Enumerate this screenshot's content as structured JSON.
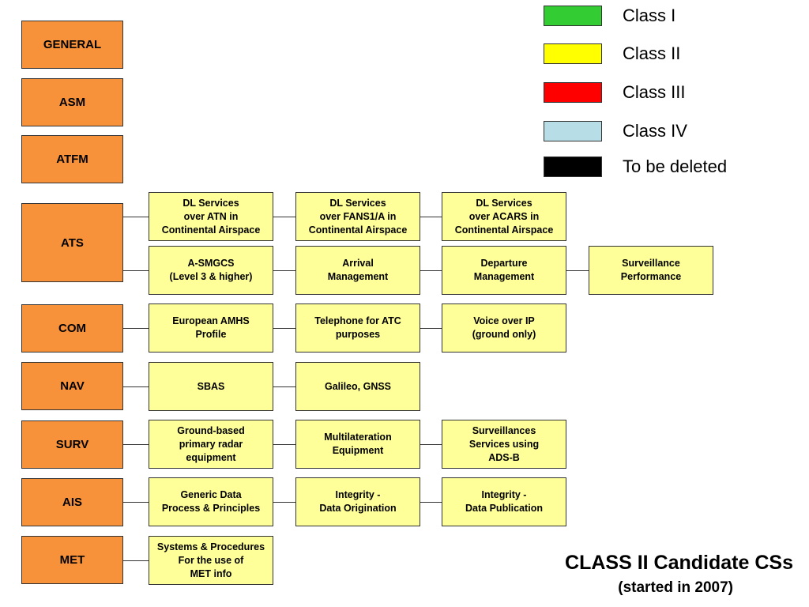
{
  "legend": [
    {
      "label": "Class I",
      "color": "#33cc33"
    },
    {
      "label": "Class II",
      "color": "#ffff00"
    },
    {
      "label": "Class III",
      "color": "#ff0000"
    },
    {
      "label": "Class IV",
      "color": "#b7dde6"
    },
    {
      "label": "To be deleted",
      "color": "#000000"
    }
  ],
  "colors": {
    "category_fill": "#f7923a",
    "service_fill": "#ffff99",
    "border": "#333333"
  },
  "categories": [
    {
      "name": "GENERAL",
      "rows": []
    },
    {
      "name": "ASM",
      "rows": []
    },
    {
      "name": "ATFM",
      "rows": []
    },
    {
      "name": "ATS",
      "rows": [
        [
          "DL Services\nover ATN in\nContinental Airspace",
          "DL Services\nover FANS1/A in\nContinental Airspace",
          "DL Services\nover ACARS  in\nContinental Airspace"
        ],
        [
          "A-SMGCS\n(Level 3 & higher)",
          "Arrival\nManagement",
          "Departure\nManagement",
          "Surveillance\nPerformance"
        ]
      ]
    },
    {
      "name": "COM",
      "rows": [
        [
          "European AMHS\nProfile",
          "Telephone for ATC\npurposes",
          "Voice over IP\n(ground only)"
        ]
      ]
    },
    {
      "name": "NAV",
      "rows": [
        [
          "SBAS",
          "Galileo, GNSS"
        ]
      ]
    },
    {
      "name": "SURV",
      "rows": [
        [
          "Ground-based\nprimary  radar\nequipment",
          "Multilateration\nEquipment",
          "Surveillances\nServices using\nADS-B"
        ]
      ]
    },
    {
      "name": "AIS",
      "rows": [
        [
          "Generic Data\nProcess & Principles",
          "Integrity -\nData Origination",
          "Integrity -\nData Publication"
        ]
      ]
    },
    {
      "name": "MET",
      "rows": [
        [
          "Systems & Procedures\nFor the use of\nMET info"
        ]
      ]
    }
  ],
  "title": "CLASS II Candidate CSs",
  "subtitle": "(started in 2007)"
}
